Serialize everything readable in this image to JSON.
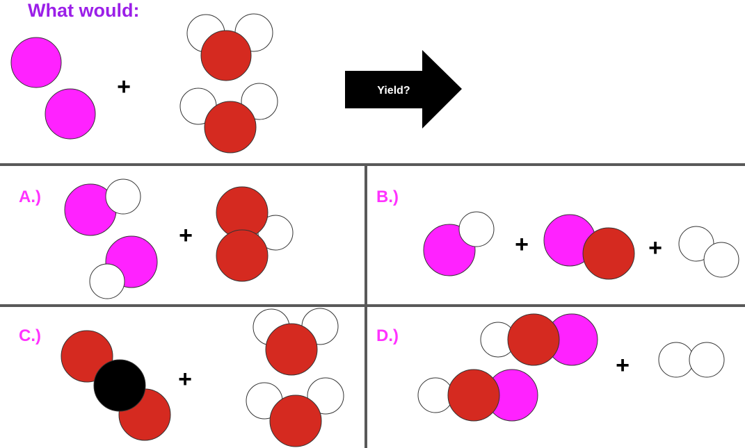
{
  "header": {
    "title": "What would:"
  },
  "arrow": {
    "label": "Yield?"
  },
  "reactants": {
    "plus": "+"
  },
  "options": [
    {
      "label": "A.)",
      "plus": [
        "+"
      ]
    },
    {
      "label": "B.)",
      "plus": [
        "+",
        "+"
      ]
    },
    {
      "label": "C.)",
      "plus": [
        "+"
      ]
    },
    {
      "label": "D.)",
      "plus": [
        "+"
      ]
    }
  ],
  "colors": {
    "title": "#9b1fe8",
    "option_label": "#ff33ff",
    "magenta_atom": "#ff22ff",
    "red_atom": "#d52a20",
    "white_atom": "#ffffff",
    "black_atom": "#000000",
    "divider": "#595959"
  }
}
